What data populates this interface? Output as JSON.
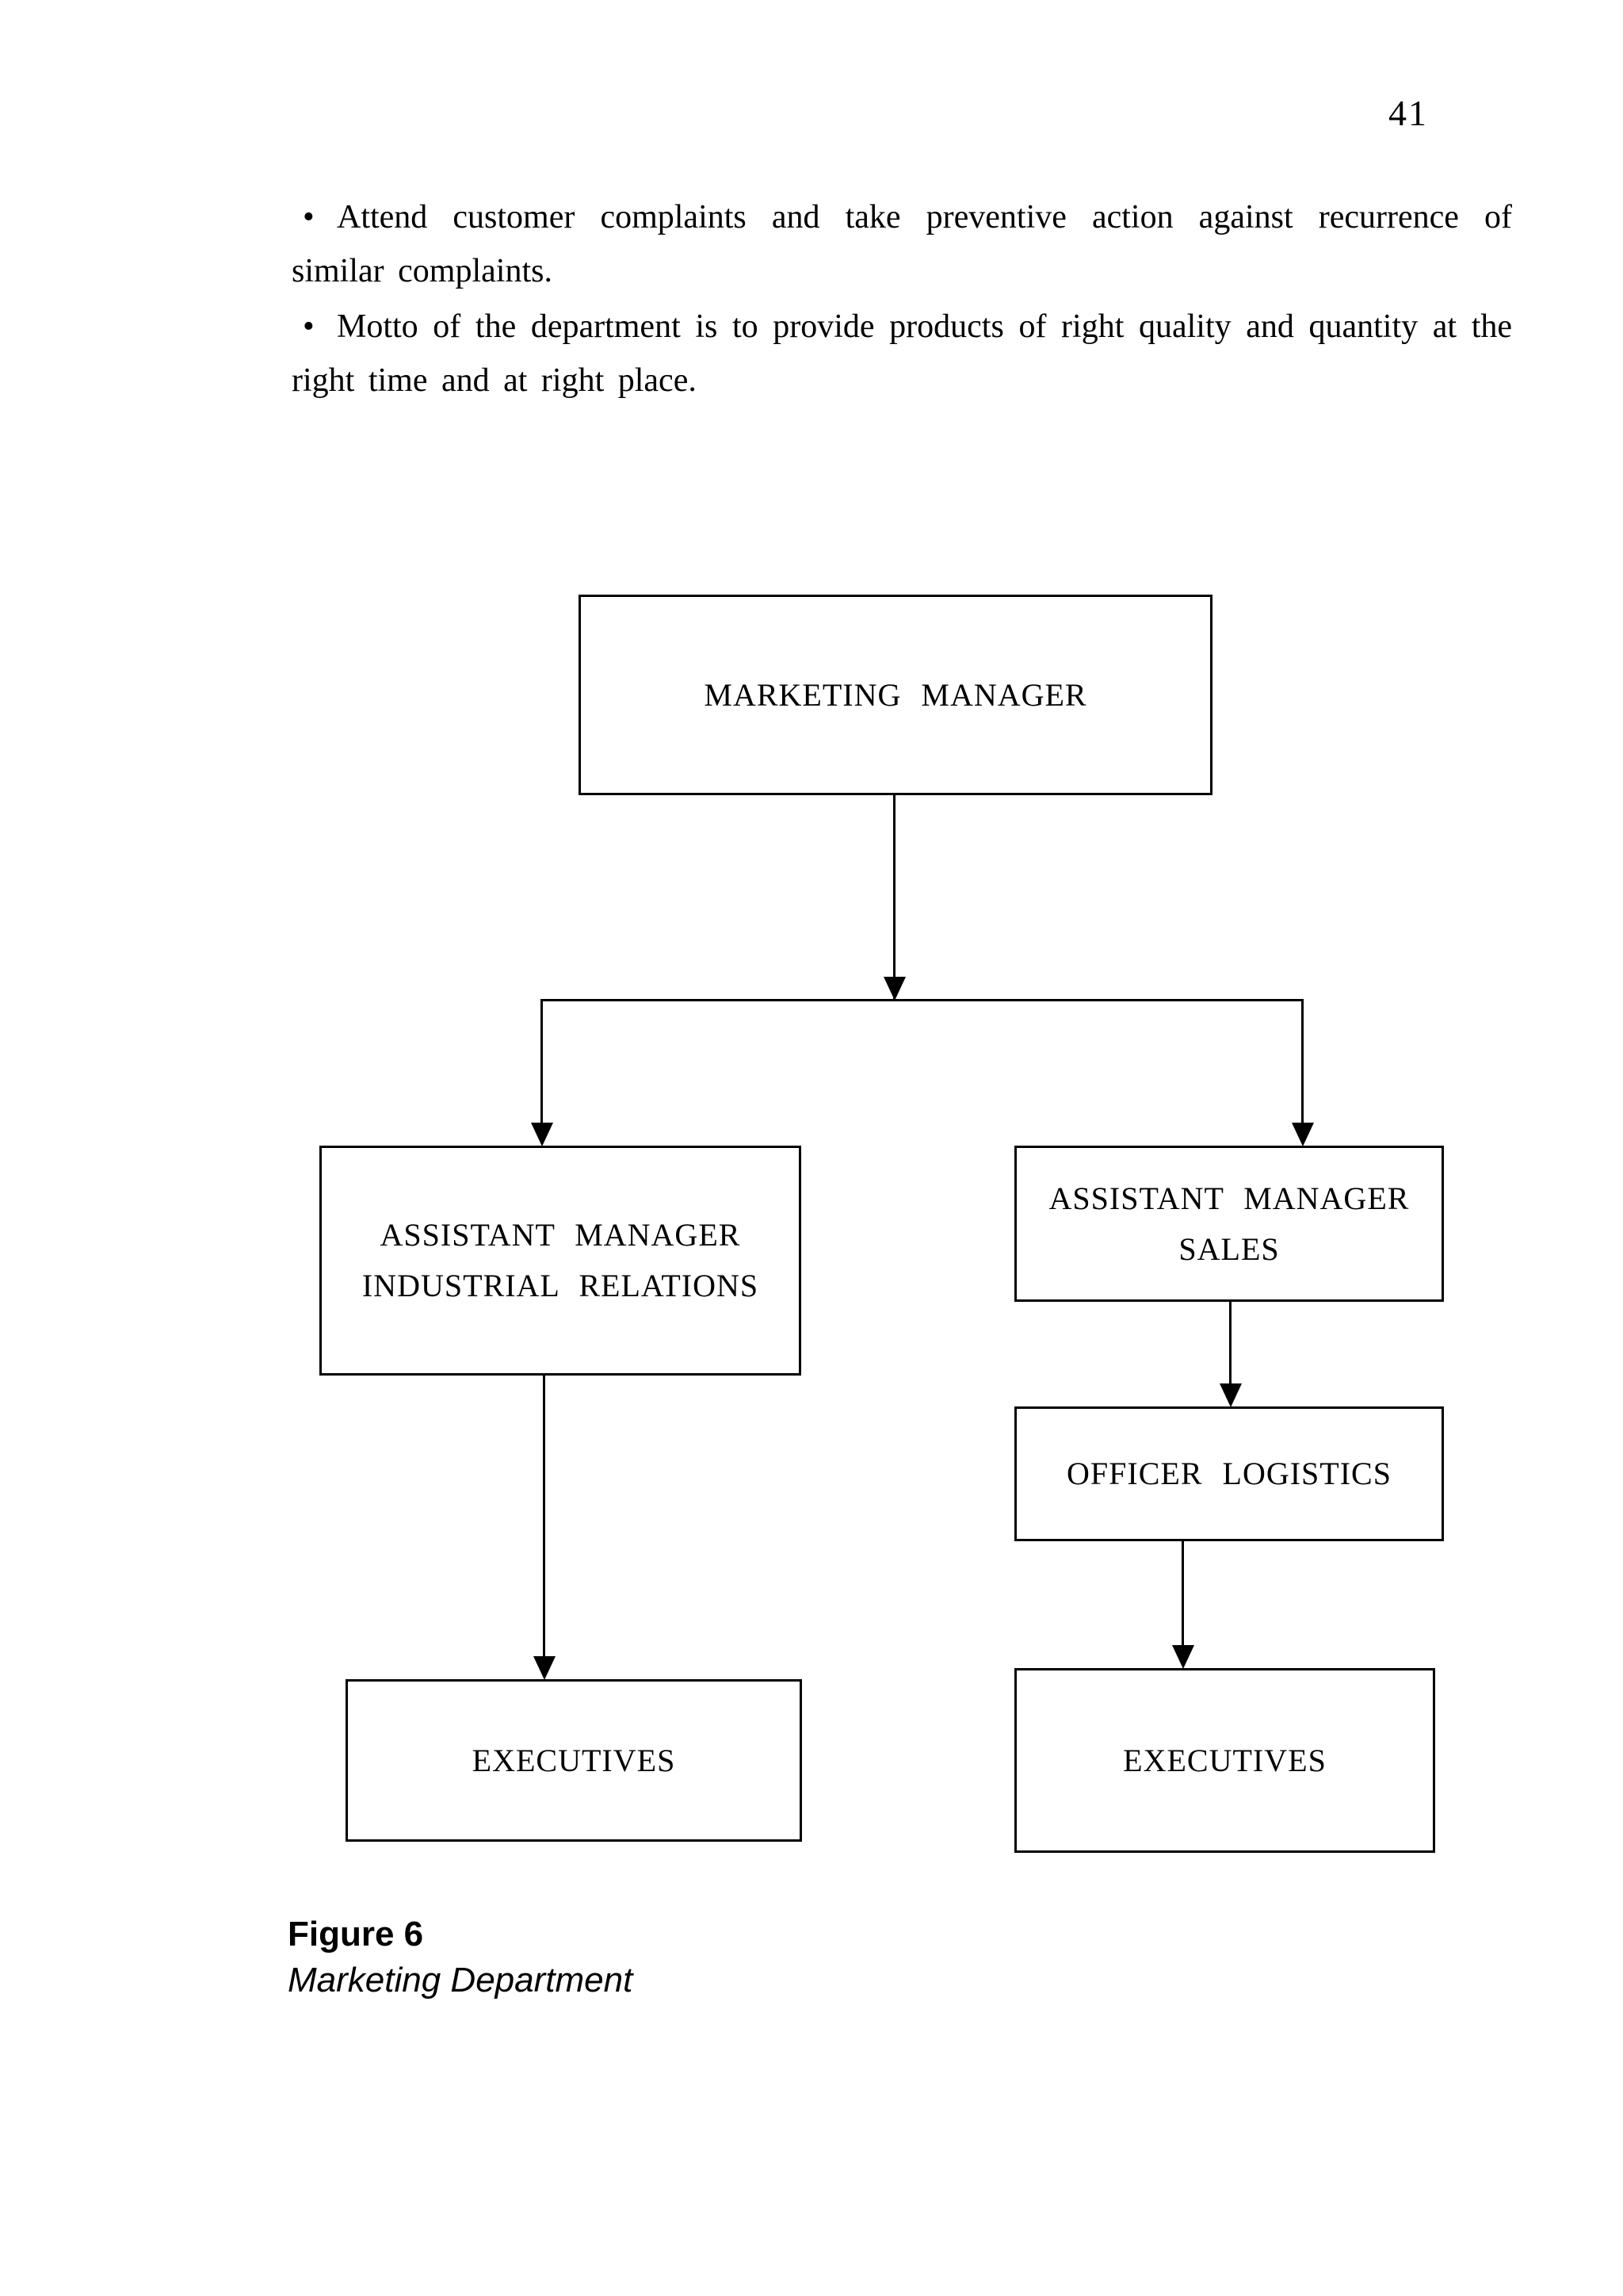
{
  "page": {
    "number": "41"
  },
  "glyphs": {
    "bullet": "•"
  },
  "colors": {
    "ink": "#000000",
    "paper": "#ffffff"
  },
  "bullets": [
    {
      "lines": [
        "Attend customer complaints and take preventive action against recurrence of",
        "similar complaints."
      ]
    },
    {
      "lines": [
        "Motto of the department is to provide products of right quality and quantity at the",
        "right time and at right place."
      ]
    }
  ],
  "figure": {
    "label": "Figure 6",
    "caption": "Marketing Department",
    "nodes": {
      "marketing_manager": {
        "lines": [
          "MARKETING MANAGER"
        ]
      },
      "am_industrial_relations": {
        "lines": [
          "ASSISTANT MANAGER",
          "INDUSTRIAL RELATIONS"
        ]
      },
      "am_sales": {
        "lines": [
          "ASSISTANT MANAGER",
          "SALES"
        ]
      },
      "officer_logistics": {
        "lines": [
          "OFFICER LOGISTICS"
        ]
      },
      "executives_left": {
        "lines": [
          "EXECUTIVES"
        ]
      },
      "executives_right": {
        "lines": [
          "EXECUTIVES"
        ]
      }
    },
    "edges": [
      {
        "from": "marketing_manager",
        "to": "am_industrial_relations"
      },
      {
        "from": "marketing_manager",
        "to": "am_sales"
      },
      {
        "from": "am_sales",
        "to": "officer_logistics"
      },
      {
        "from": "officer_logistics",
        "to": "executives_right"
      },
      {
        "from": "am_industrial_relations",
        "to": "executives_left"
      }
    ]
  }
}
